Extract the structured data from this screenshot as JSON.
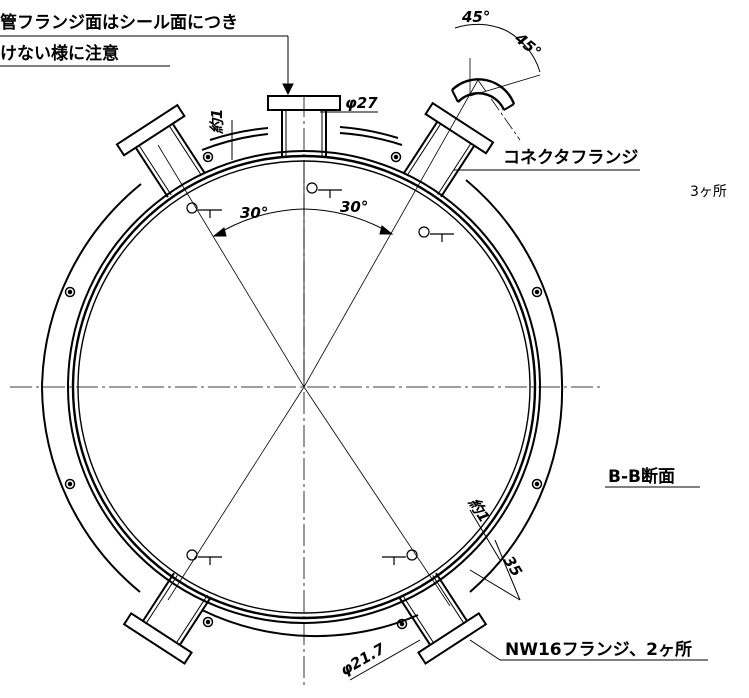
{
  "drawing": {
    "note_line_1": "管フランジ面はシール面につき",
    "note_line_2": "けない様に注意",
    "connector_flange_label": "コネクタフランジ",
    "connector_count": "3ヶ所",
    "section_label": "B-B断面",
    "nw16_label": "NW16フランジ、2ヶ所",
    "dim_approx_1_top": "約1",
    "dim_phi27": "φ27",
    "dim_angle_30_left": "30°",
    "dim_angle_30_right": "30°",
    "dim_angle_45_a": "45°",
    "dim_angle_45_b": "45°",
    "dim_approx_1_right": "約1",
    "dim_35": "35",
    "dim_phi21_7": "φ21.7"
  }
}
